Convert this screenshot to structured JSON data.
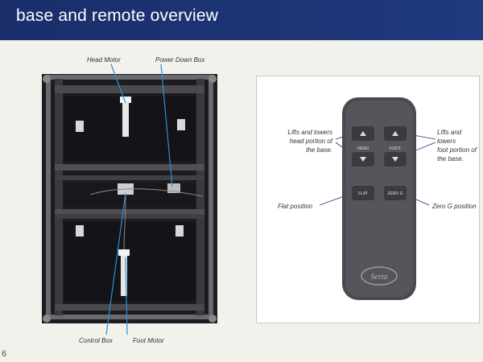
{
  "header": {
    "title": "base and remote overview",
    "page_number": "6"
  },
  "base_photo": {
    "callouts": {
      "head_motor": "Head Motor",
      "power_down_box": "Power Down Box",
      "control_box": "Control Box",
      "foot_motor": "Foot Motor"
    }
  },
  "remote_panel": {
    "notes": {
      "head_lift": [
        "Lifts and lowers",
        "head portion of",
        "the base."
      ],
      "foot_lift": [
        "Lifts and lowers",
        "foot portion of",
        "the base."
      ],
      "flat": "Flat position",
      "zero_g": "Zero G position"
    },
    "remote": {
      "head_label": "HEAD",
      "foot_label": "FOOT",
      "flat_label": "FLAT",
      "zero_g_label": "ZERO G",
      "logo": "Serta"
    }
  },
  "colors": {
    "header": "#1d3475",
    "callout_line": "#2a8fd8",
    "remote_body": "#4a4a50"
  }
}
